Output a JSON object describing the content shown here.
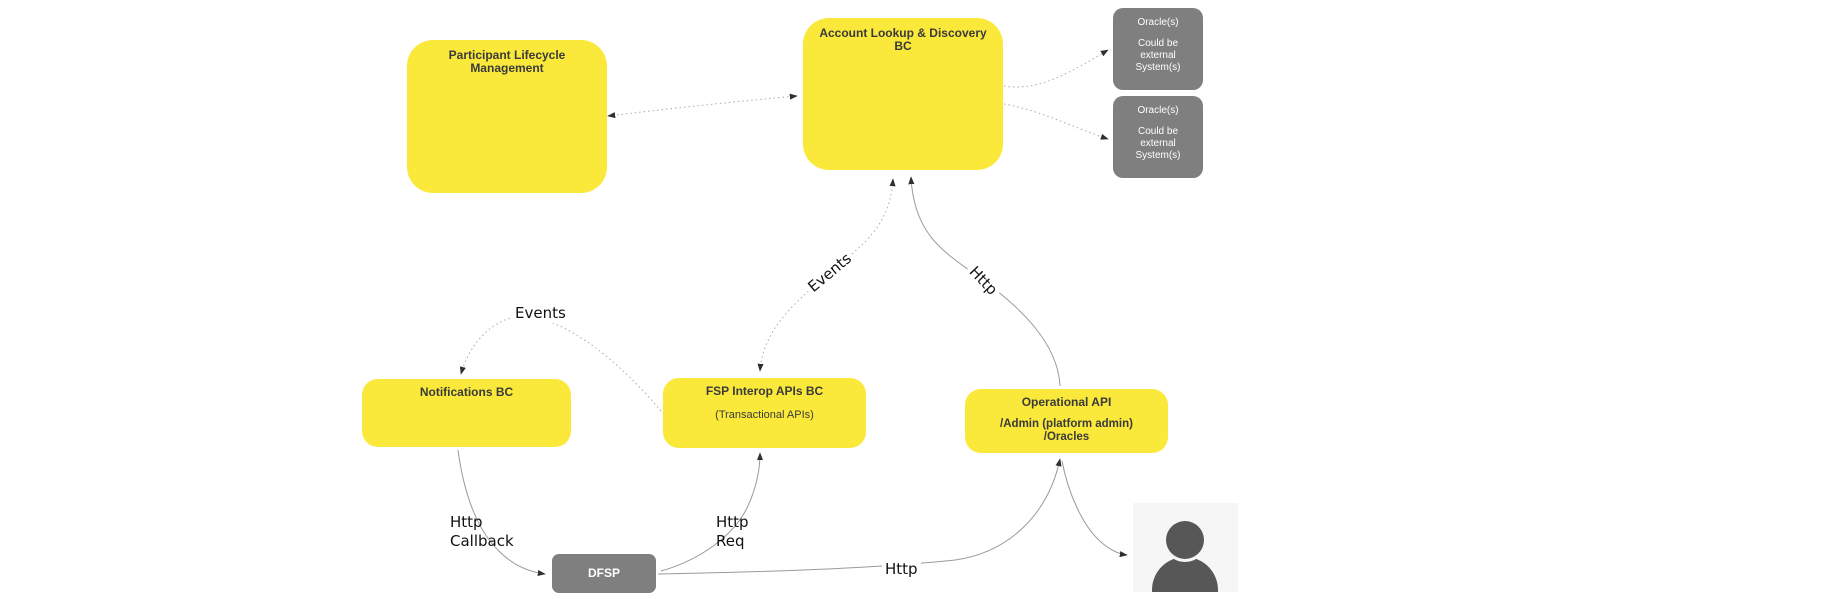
{
  "colors": {
    "canvas_bg": "#ffffff",
    "node_yellow": "#fae93b",
    "node_gray": "#7f7f7f",
    "text_dark": "#3a3a3a",
    "text_light": "#ffffff",
    "edge_label": "#111111",
    "line_dotted": "#ababab",
    "line_solid": "#9a9a9a",
    "arrow": "#2f2f2f",
    "person": "#575757",
    "person_bg": "#f6f6f6"
  },
  "nodes": {
    "participant_lifecycle": {
      "title": "Participant Lifecycle Management"
    },
    "account_lookup": {
      "title": "Account Lookup & Discovery BC"
    },
    "oracle_top": {
      "title": "Oracle(s)",
      "note": "Could be external System(s)"
    },
    "oracle_bottom": {
      "title": "Oracle(s)",
      "note": "Could be external System(s)"
    },
    "notifications": {
      "title": "Notifications BC"
    },
    "fsp_interop": {
      "title": "FSP Interop APIs BC",
      "subtitle": "(Transactional APIs)"
    },
    "operational_api": {
      "title": "Operational API",
      "path_admin": "/Admin (platform admin)",
      "path_oracles": "/Oracles"
    },
    "dfsp": {
      "title": "DFSP"
    }
  },
  "edge_labels": {
    "events_fsp_to_als": "Events",
    "http_operational_to_als": "Http",
    "events_fsp_to_notifications": "Events",
    "http_callback": {
      "line1": "Http",
      "line2": "Callback"
    },
    "http_req": {
      "line1": "Http",
      "line2": "Req"
    },
    "http_dfsp_to_operational": "Http"
  }
}
